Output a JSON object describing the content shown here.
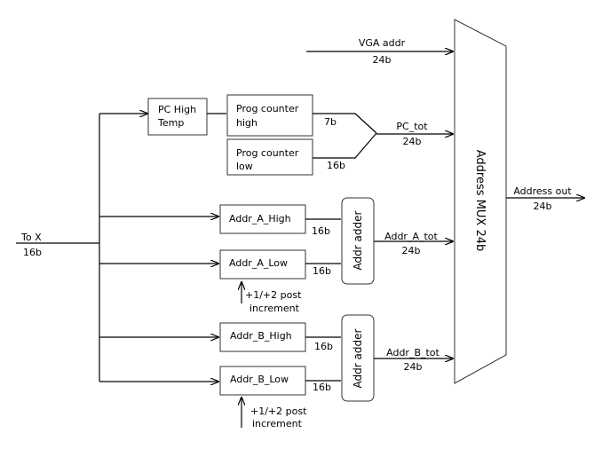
{
  "inputs": {
    "to_x": "To X",
    "to_x_width": "16b",
    "vga_addr": "VGA addr",
    "vga_width": "24b"
  },
  "blocks": {
    "pc_high_temp": [
      "PC High",
      "Temp"
    ],
    "prog_counter_high": [
      "Prog counter",
      "high"
    ],
    "prog_counter_low": [
      "Prog counter",
      "low"
    ],
    "addr_a_high": "Addr_A_High",
    "addr_a_low": "Addr_A_Low",
    "addr_b_high": "Addr_B_High",
    "addr_b_low": "Addr_B_Low",
    "adder_a": "Addr adder",
    "adder_b": "Addr adder",
    "mux": "Address MUX 24b"
  },
  "widths": {
    "pc_high_out": "7b",
    "pc_low_out": "16b",
    "a_high_out": "16b",
    "a_low_out": "16b",
    "b_high_out": "16b",
    "b_low_out": "16b"
  },
  "signals": {
    "pc_tot": "PC_tot",
    "pc_tot_width": "24b",
    "addr_a_tot": "Addr_A_tot",
    "addr_a_tot_width": "24b",
    "addr_b_tot": "Addr_B_tot",
    "addr_b_tot_width": "24b",
    "address_out": "Address out",
    "address_out_width": "24b"
  },
  "increments": {
    "a": [
      "+1/+2 post",
      "increment"
    ],
    "b": [
      "+1/+2 post",
      "increment"
    ]
  }
}
